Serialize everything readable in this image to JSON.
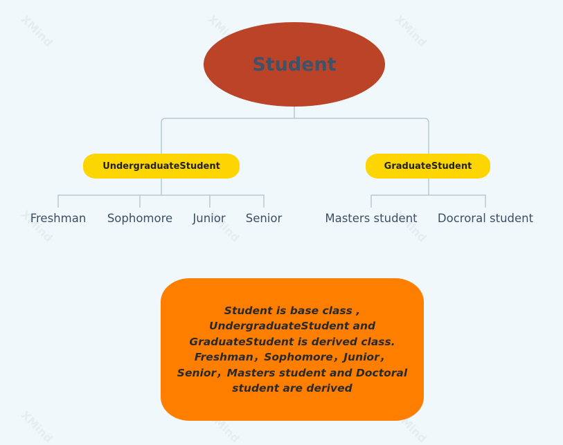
{
  "diagram": {
    "root": {
      "label": "Student"
    },
    "branches": [
      {
        "label": "UndergraduateStudent",
        "children": [
          "Freshman",
          "Sophomore",
          "Junior",
          "Senior"
        ]
      },
      {
        "label": "GraduateStudent",
        "children": [
          "Masters student",
          "Docroral student"
        ]
      }
    ],
    "note": "Student is base class ,\nUndergraduateStudent and\nGraduateStudent is derived class.\nFreshman，Sophomore，Junior，\nSenior，Masters student and Doctoral\nstudent are derived"
  },
  "colors": {
    "background": "#f1f8fb",
    "root_fill": "#bb4327",
    "root_text": "#3e5269",
    "branch_fill": "#fdd500",
    "leaf_text": "#3b4e66",
    "note_fill": "#fe7f00",
    "connector": "#b8c8d2"
  },
  "watermark": {
    "text": "XMind"
  }
}
